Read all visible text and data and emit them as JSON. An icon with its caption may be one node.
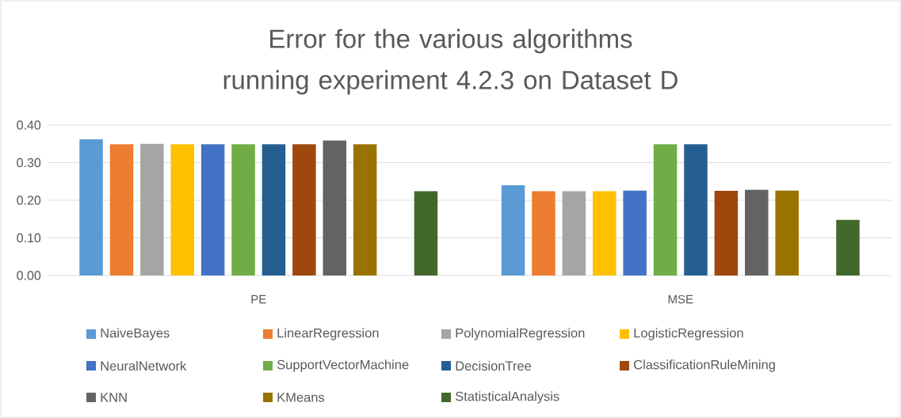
{
  "diagram": {
    "chart_data": {
      "type": "bar",
      "title": "Error for the various algorithms running experiment 4.2.3 on Dataset D",
      "categories": [
        "PE",
        "MSE"
      ],
      "series": [
        {
          "name": "NaiveBayes",
          "color": "#5b9bd5",
          "values": [
            0.362,
            0.24
          ]
        },
        {
          "name": "LinearRegression",
          "color": "#ed7d31",
          "values": [
            0.349,
            0.224
          ]
        },
        {
          "name": "PolynomialRegression",
          "color": "#a5a5a5",
          "values": [
            0.35,
            0.224
          ]
        },
        {
          "name": "LogisticRegression",
          "color": "#ffc000",
          "values": [
            0.349,
            0.224
          ]
        },
        {
          "name": "NeuralNetwork",
          "color": "#4472c4",
          "values": [
            0.349,
            0.226
          ]
        },
        {
          "name": "SupportVectorMachine",
          "color": "#70ad47",
          "values": [
            0.349,
            0.349
          ]
        },
        {
          "name": "DecisionTree",
          "color": "#255e91",
          "values": [
            0.349,
            0.349
          ]
        },
        {
          "name": "ClassificationRuleMining",
          "color": "#9e480e",
          "values": [
            0.349,
            0.225
          ]
        },
        {
          "name": "KNN",
          "color": "#636363",
          "values": [
            0.359,
            0.228
          ]
        },
        {
          "name": "KMeans",
          "color": "#997300",
          "values": [
            0.349,
            0.226
          ]
        },
        {
          "name": "StatisticalAnalysis",
          "color": "#43682b",
          "values": [
            0.224,
            0.148
          ]
        }
      ],
      "ylim": [
        0,
        0.4
      ],
      "yticks": [
        {
          "value": 0,
          "label": "0.00"
        },
        {
          "value": 0.1,
          "label": "0.10"
        },
        {
          "value": 0.2,
          "label": "0.20"
        },
        {
          "value": 0.3,
          "label": "0.30"
        },
        {
          "value": 0.4,
          "label": "0.40"
        }
      ],
      "stacked": false,
      "orientation": "vertical",
      "grid": "major",
      "legend": "bottom"
    }
  }
}
